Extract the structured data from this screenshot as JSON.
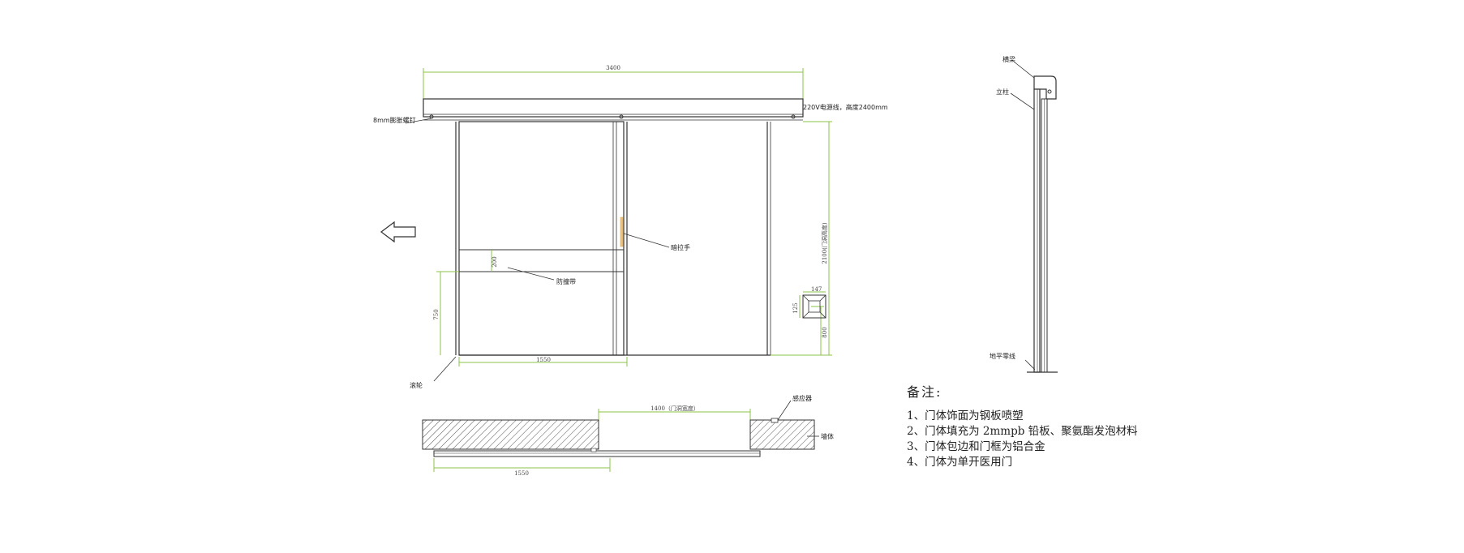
{
  "front_view": {
    "width_dim": "3400",
    "power_note": "220V电源线，高度2400mm",
    "bolt_label": "8mm膨胀螺钉",
    "handle_label": "暗拉手",
    "bumper_label": "防撞带",
    "bumper_dim": "200",
    "height_dim": "2100(门洞高度)",
    "lower_dim": "750",
    "leaf_width_dim": "1550",
    "sensor_w_dim": "147",
    "sensor_h_dim": "125",
    "sensor_height_dim": "800",
    "roller_label": "滚轮"
  },
  "plan_view": {
    "opening_dim": "1400（门洞宽度）",
    "sensor_label": "感应器",
    "wall_label": "墙体",
    "leaf_dim": "1550"
  },
  "side_view": {
    "beam_label": "横梁",
    "post_label": "立柱",
    "floor_label": "地平零线"
  },
  "notes": {
    "title": "备注:",
    "items": [
      "1、门体饰面为钢板喷塑",
      "2、门体填充为 2mmpb 铅板、聚氨酯发泡材料",
      "3、门体包边和门框为铝合金",
      "4、门体为单开医用门"
    ]
  },
  "colors": {
    "line": "#333333",
    "dimension": "#8bc34a"
  }
}
